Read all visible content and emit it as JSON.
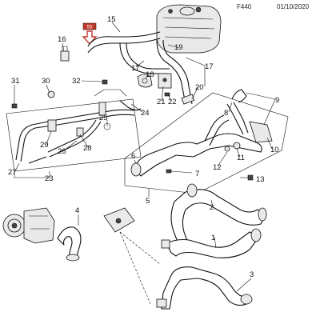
{
  "header": {
    "code": "F440",
    "date": "01/10/2020"
  },
  "badge": {
    "label": "55",
    "color": "#c0392b"
  },
  "callouts": {
    "c1": "1",
    "c2": "2",
    "c3": "3",
    "c4": "4",
    "c5": "5",
    "c6": "6",
    "c7": "7",
    "c8": "8",
    "c9": "9",
    "c10": "10",
    "c11": "11",
    "c12": "12",
    "c13": "13",
    "c15": "15",
    "c16": "16",
    "c17a": "17",
    "c17b": "17",
    "c18": "18",
    "c19": "19",
    "c20": "20",
    "c21": "21",
    "c22": "22",
    "c23": "23",
    "c24": "24",
    "c25": "25",
    "c26": "26",
    "c27": "27",
    "c28": "28",
    "c29": "29",
    "c30": "30",
    "c31": "31",
    "c32": "32"
  },
  "colors": {
    "line": "#111111",
    "badge": "#c0392b"
  }
}
